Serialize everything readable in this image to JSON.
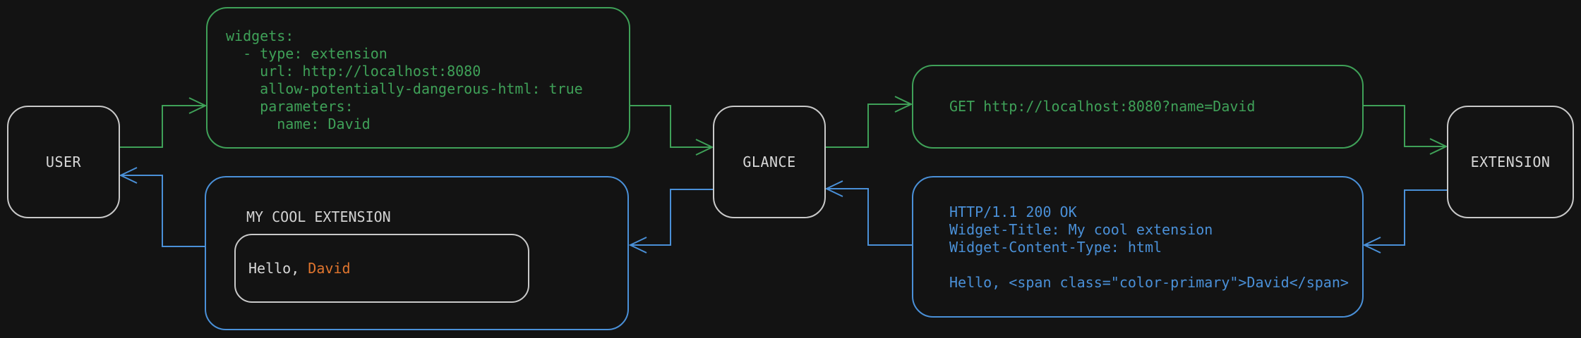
{
  "diagram": {
    "colors": {
      "background": "#131313",
      "request_green": "#3fa158",
      "response_blue": "#4a90d8",
      "accent_orange": "#e0752e",
      "node_border": "#c9c9c9",
      "text_light": "#d8d8d8"
    },
    "nodes": {
      "user": {
        "label": "USER"
      },
      "glance": {
        "label": "GLANCE"
      },
      "extension": {
        "label": "EXTENSION"
      }
    },
    "config_box": {
      "lines": [
        "widgets:",
        "  - type: extension",
        "    url: http://localhost:8080",
        "    allow-potentially-dangerous-html: true",
        "    parameters:",
        "      name: David"
      ]
    },
    "request_box": {
      "text": "GET http://localhost:8080?name=David"
    },
    "response_box": {
      "lines": [
        "HTTP/1.1 200 OK",
        "Widget-Title: My cool extension",
        "Widget-Content-Type: html",
        "",
        "Hello, <span class=\"color-primary\">David</span>"
      ]
    },
    "widget_box": {
      "title": "MY COOL EXTENSION",
      "greeting_prefix": "Hello, ",
      "highlighted_name": "David"
    }
  }
}
